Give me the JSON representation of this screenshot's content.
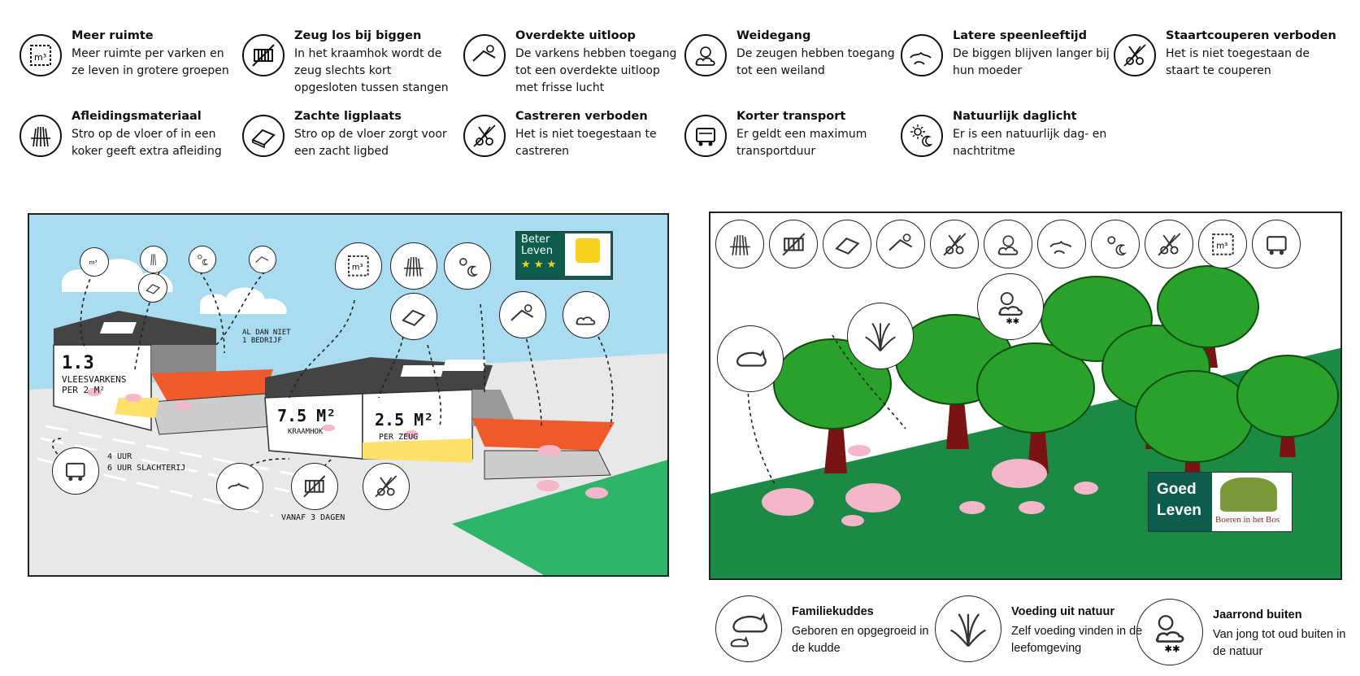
{
  "features": [
    {
      "icon": "cubic-meter-icon",
      "title": "Meer ruimte",
      "desc": "Meer ruimte per varken en ze leven in grotere groepen"
    },
    {
      "icon": "bars-crossed-icon",
      "title": "Zeug los bij biggen",
      "desc": "In het kraamhok wordt de zeug slechts kort opgesloten tussen stangen"
    },
    {
      "icon": "covered-run-icon",
      "title": "Overdekte uitloop",
      "desc": "De varkens hebben toegang tot een overdekte uitloop met frisse lucht"
    },
    {
      "icon": "sun-cloud-icon",
      "title": "Weidegang",
      "desc": "De zeugen hebben toegang tot een weiland"
    },
    {
      "icon": "piglet-suckling-icon",
      "title": "Latere speenleeftijd",
      "desc": "De biggen blijven langer bij hun moeder"
    },
    {
      "icon": "scissors-tail-crossed-icon",
      "title": "Staartcouperen verboden",
      "desc": "Het is niet toegestaan de staart te couperen"
    },
    {
      "icon": "straw-icon",
      "title": "Afleidingsmateriaal",
      "desc": "Stro op de vloer of in een koker geeft extra afleiding"
    },
    {
      "icon": "soft-bed-icon",
      "title": "Zachte ligplaats",
      "desc": "Stro op de vloer zorgt voor een zacht ligbed"
    },
    {
      "icon": "castration-crossed-icon",
      "title": "Castreren verboden",
      "desc": "Het is niet toegestaan te castreren"
    },
    {
      "icon": "truck-icon",
      "title": "Korter transport",
      "desc": "Er geldt een maximum transportduur"
    },
    {
      "icon": "sun-moon-icon",
      "title": "Natuurlijk daglicht",
      "desc": "Er is een natuurlijk dag- en nachtritme"
    }
  ],
  "left_panel": {
    "label_barn1": "1.3",
    "label_barn1_sub": "VLEESVARKENS PER 2 M²",
    "label_note": "AL DAN NIET 1 BEDRIJF",
    "label_kraam": "7.5 M²",
    "label_kraam_sub": "KRAAMHOK",
    "label_zeug": "2.5 M²",
    "label_zeug_sub": "PER ZEUG",
    "transport_1": "4 UUR",
    "transport_2": "6 UUR SLACHTERIJ",
    "vanaf": "VANAF 3 DAGEN",
    "badge_line1": "Beter",
    "badge_line2": "Leven",
    "badge_stars": "★ ★ ★",
    "cubic": "m³"
  },
  "right_panel": {
    "logo_line1": "Goed",
    "logo_line2": "Leven",
    "logo_caption": "Boeren in het Bos",
    "cubic": "m³"
  },
  "bottom_features": [
    {
      "icon": "pig-family-icon",
      "title": "Familiekuddes",
      "desc": "Geboren en opgegroeid in de kudde"
    },
    {
      "icon": "grass-icon",
      "title": "Voeding uit natuur",
      "desc": "Zelf voeding vinden in de leefomgeving"
    },
    {
      "icon": "weather-icon",
      "title": "Jaarrond buiten",
      "desc": "Van jong tot oud buiten in de natuur"
    }
  ],
  "colors": {
    "sky": "#a9dcf0",
    "pig": "#f4b6c9",
    "grass": "#1f9e56",
    "tree": "#2aa12a",
    "trunk": "#8b1a1a",
    "roof": "#ef5a2a",
    "badge": "#0e5c4d"
  }
}
